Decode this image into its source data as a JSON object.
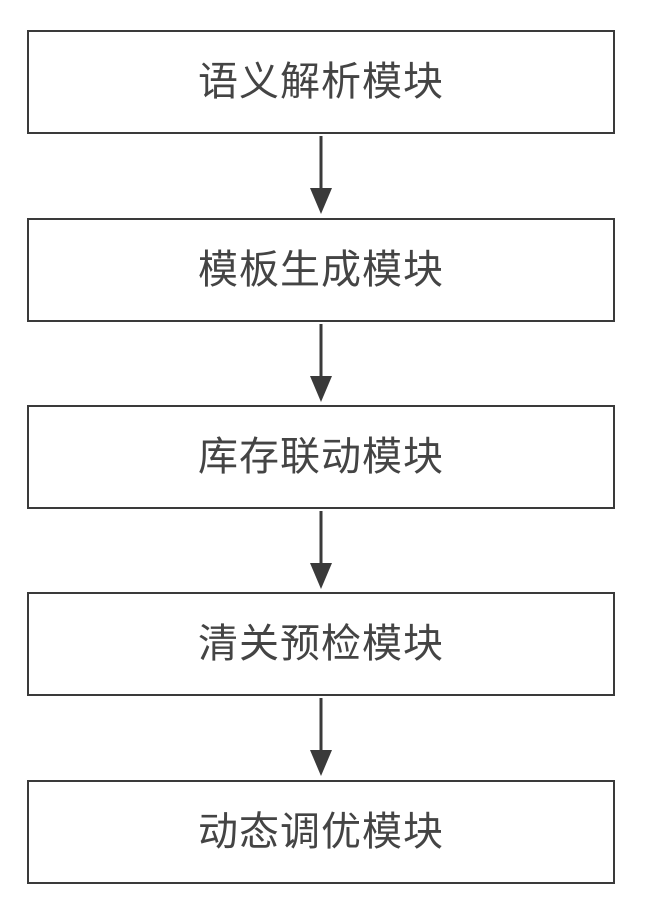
{
  "modules": [
    {
      "label": "语义解析模块"
    },
    {
      "label": "模板生成模块"
    },
    {
      "label": "库存联动模块"
    },
    {
      "label": "清关预检模块"
    },
    {
      "label": "动态调优模块"
    }
  ],
  "colors": {
    "border": "#3a3a3a",
    "text": "#444444",
    "arrow": "#3a3a3a"
  }
}
